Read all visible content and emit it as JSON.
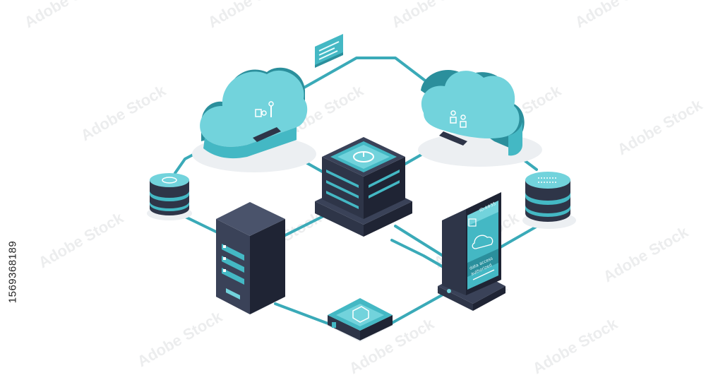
{
  "stock_id": "1569368189",
  "watermark": "Adobe Stock",
  "terminal": {
    "top_label": "ID:4#35",
    "bottom_label_1": "data access",
    "bottom_label_2": "authorized"
  },
  "colors": {
    "teal_light": "#72d3dc",
    "teal": "#44b8c4",
    "teal_dark": "#2b8f9c",
    "navy": "#2e3548",
    "navy_dark": "#1f2434",
    "line": "#3aaab8",
    "shadow": "#eceff2"
  }
}
